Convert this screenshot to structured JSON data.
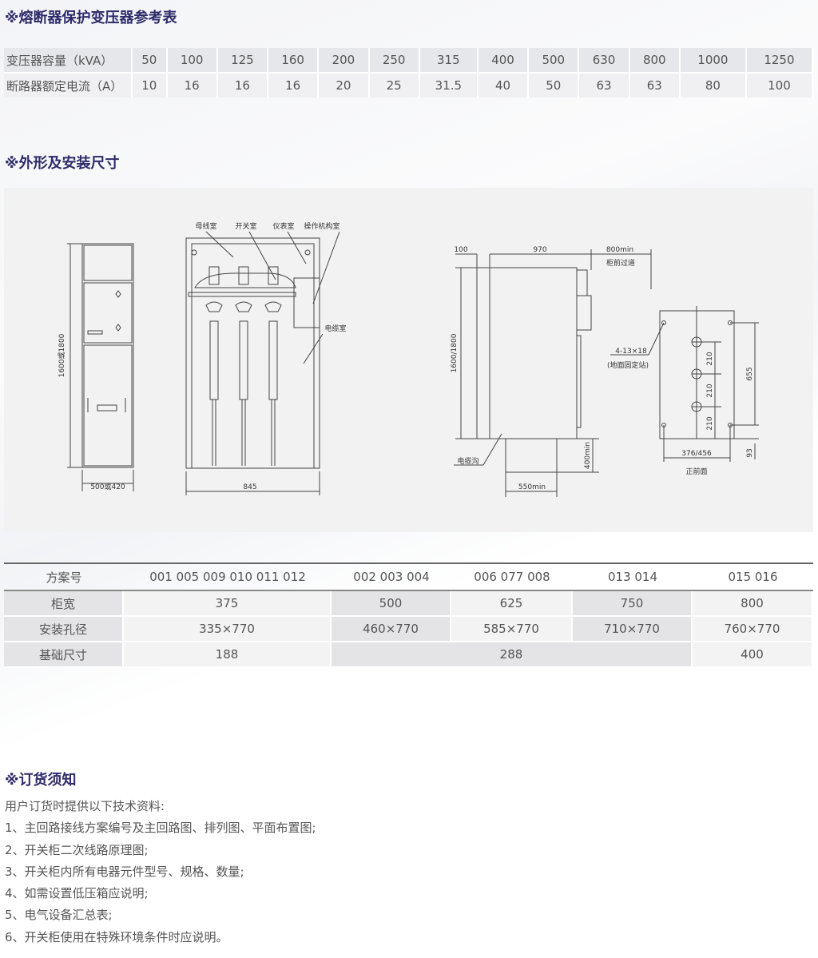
{
  "section1": {
    "title": "※熔断器保护变压器参考表",
    "row1_label": "变压器容量（kVA）",
    "row2_label": "断路器额定电流（A）",
    "capacity": [
      "50",
      "100",
      "125",
      "160",
      "200",
      "250",
      "315",
      "400",
      "500",
      "630",
      "800",
      "1000",
      "1250"
    ],
    "current": [
      "10",
      "16",
      "16",
      "16",
      "20",
      "25",
      "31.5",
      "40",
      "50",
      "63",
      "63",
      "80",
      "100"
    ]
  },
  "section2": {
    "title": "※外形及安装尺寸",
    "diagram": {
      "left_height": "1600或1800",
      "left_width": "500或420",
      "bus_room": "母线室",
      "switch_room": "开关室",
      "meter_room": "仪表室",
      "mechanism_room": "操作机构室",
      "cable_room": "电缆室",
      "front_width": "845",
      "dim_100": "100",
      "dim_970": "970",
      "dim_800min": "800min",
      "front_aisle": "柜前过道",
      "side_height": "1600/1800",
      "cable_trench": "电缆沟",
      "dim_400min": "400min",
      "dim_550min": "550min",
      "holes": "4-13×18",
      "holes_note": "(地面固定站)",
      "dim_210": "210",
      "dim_655": "655",
      "dim_376_456": "376/456",
      "dim_93": "93",
      "front_face": "正前面"
    }
  },
  "scheme_table": {
    "header": [
      "方案号",
      "001 005 009  010 011 012",
      "002 003 004",
      "006 077 008",
      "013 014",
      "015 016"
    ],
    "width_label": "柜宽",
    "widths": [
      "375",
      "500",
      "625",
      "750",
      "800"
    ],
    "hole_label": "安装孔径",
    "holes": [
      "335×770",
      "460×770",
      "585×770",
      "710×770",
      "760×770"
    ],
    "base_label": "基础尺寸",
    "bases": [
      "188",
      "288",
      "400"
    ]
  },
  "section3": {
    "title": "※订货须知",
    "lines": [
      "用户订货时提供以下技术资料:",
      "1、主回路接线方案编号及主回路图、排列图、平面布置图;",
      "2、开关柜二次线路原理图;",
      "3、开关柜内所有电器元件型号、规格、数量;",
      "4、如需设置低压箱应说明;",
      "5、电气设备汇总表;",
      "6、开关柜使用在特殊环境条件时应说明。"
    ]
  }
}
